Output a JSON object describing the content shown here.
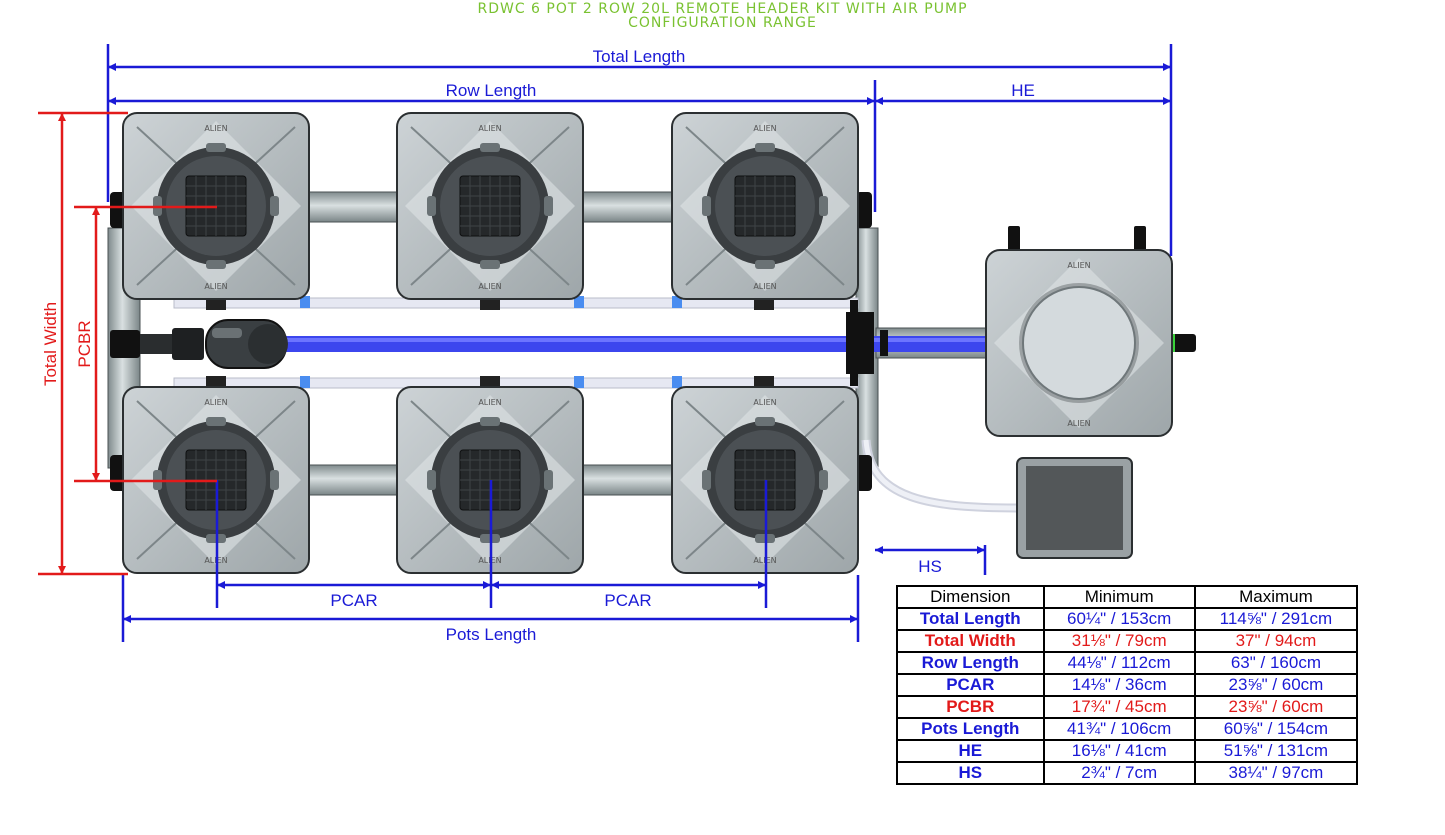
{
  "title": {
    "line1": "RDWC 6 POT 2 ROW 20L REMOTE HEADER KIT WITH AIR PUMP",
    "line2": "CONFIGURATION RANGE"
  },
  "colors": {
    "title_green": "#7ac231",
    "dim_blue": "#1a1ad6",
    "dim_red": "#e21a1a",
    "pipe_blue": "#3c46ee",
    "pot_gray": "#bcc3c6"
  },
  "pot_brand": "ALIEN",
  "labels": {
    "total_length": "Total Length",
    "row_length": "Row Length",
    "he": "HE",
    "total_width": "Total Width",
    "pcbr": "PCBR",
    "hs": "HS",
    "pcar_left": "PCAR",
    "pcar_right": "PCAR",
    "pots_length": "Pots Length"
  },
  "table": {
    "headers": [
      "Dimension",
      "Minimum",
      "Maximum"
    ],
    "rows": [
      {
        "name": "Total Length",
        "min": "60¼\" / 153cm",
        "max": "114⅝\" / 291cm",
        "color": "blue"
      },
      {
        "name": "Total Width",
        "min": "31⅛\" / 79cm",
        "max": "37\" / 94cm",
        "color": "red"
      },
      {
        "name": "Row Length",
        "min": "44⅛\" / 112cm",
        "max": "63\" / 160cm",
        "color": "blue"
      },
      {
        "name": "PCAR",
        "min": "14⅛\" / 36cm",
        "max": "23⅝\" / 60cm",
        "color": "blue"
      },
      {
        "name": "PCBR",
        "min": "17¾\" / 45cm",
        "max": "23⅝\" / 60cm",
        "color": "red"
      },
      {
        "name": "Pots Length",
        "min": "41¾\" / 106cm",
        "max": "60⅝\" / 154cm",
        "color": "blue"
      },
      {
        "name": "HE",
        "min": "16⅛\" / 41cm",
        "max": "51⅝\" / 131cm",
        "color": "blue"
      },
      {
        "name": "HS",
        "min": "2¾\" / 7cm",
        "max": "38¼\" / 97cm",
        "color": "blue"
      }
    ]
  }
}
